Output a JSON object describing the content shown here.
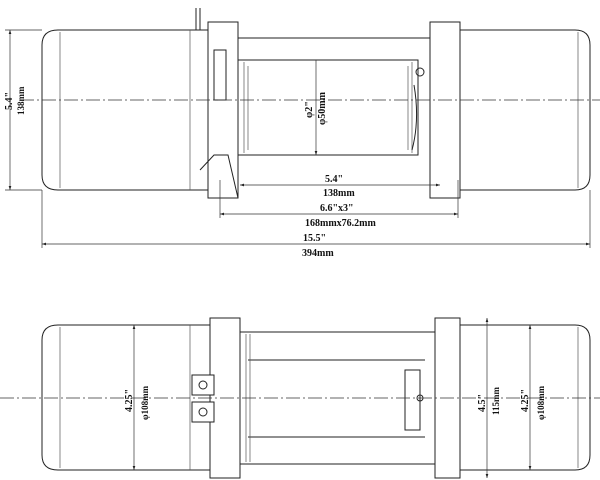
{
  "top_view": {
    "height_dim": {
      "inch": "5.4\"",
      "mm": "138mm"
    },
    "drum_diameter": {
      "inch": "φ2\"",
      "mm": "φ50mm"
    },
    "drum_length": {
      "inch": "5.4\"",
      "mm": "138mm"
    },
    "mounting_pattern": {
      "inch": "6.6\"x3\"",
      "mm": "168mmx76.2mm"
    },
    "overall_length": {
      "inch": "15.5\"",
      "mm": "394mm"
    }
  },
  "bottom_view": {
    "motor_diameter": {
      "inch": "4.25\"",
      "mm": "φ108mm"
    },
    "frame_height": {
      "inch": "4.5\"",
      "mm": "115mm"
    },
    "gearbox_diameter": {
      "inch": "4.25\"",
      "mm": "φ108mm"
    }
  }
}
